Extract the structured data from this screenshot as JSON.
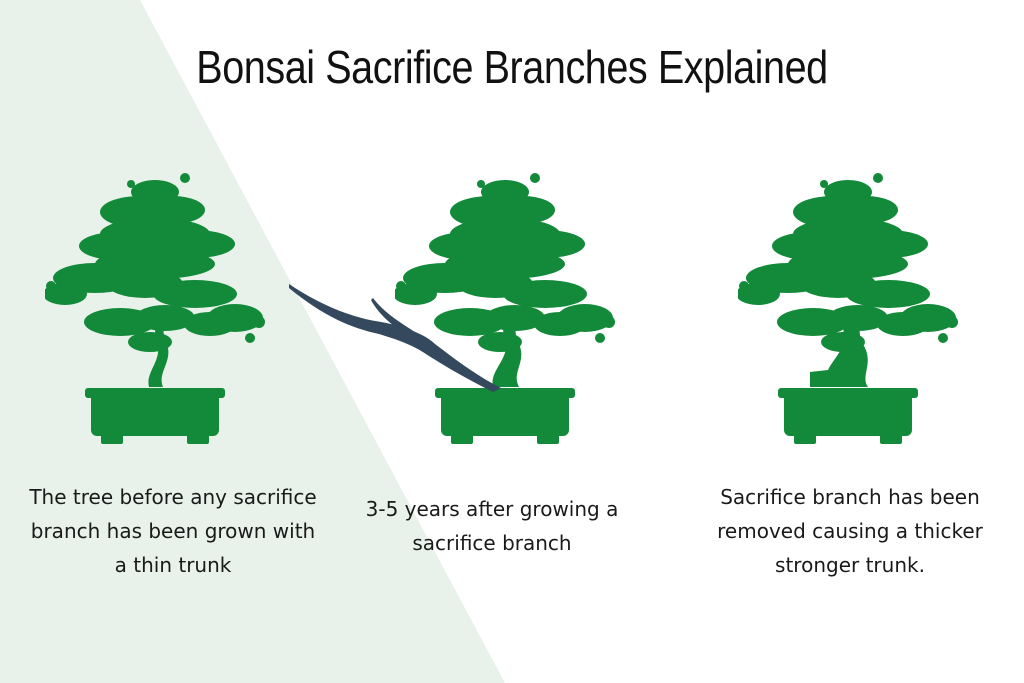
{
  "title": "Bonsai Sacrifice Branches Explained",
  "colors": {
    "background": "#ffffff",
    "panel": "#e8f1ea",
    "tree": "#138a39",
    "branch": "#34495e",
    "text": "#1a1a1a"
  },
  "stages": [
    {
      "caption": "The tree before any sacrifice branch has been grown with a thin trunk"
    },
    {
      "caption": "3-5 years after growing a sacrifice branch"
    },
    {
      "caption": "Sacrifice branch has been removed causing a thicker stronger trunk."
    }
  ]
}
